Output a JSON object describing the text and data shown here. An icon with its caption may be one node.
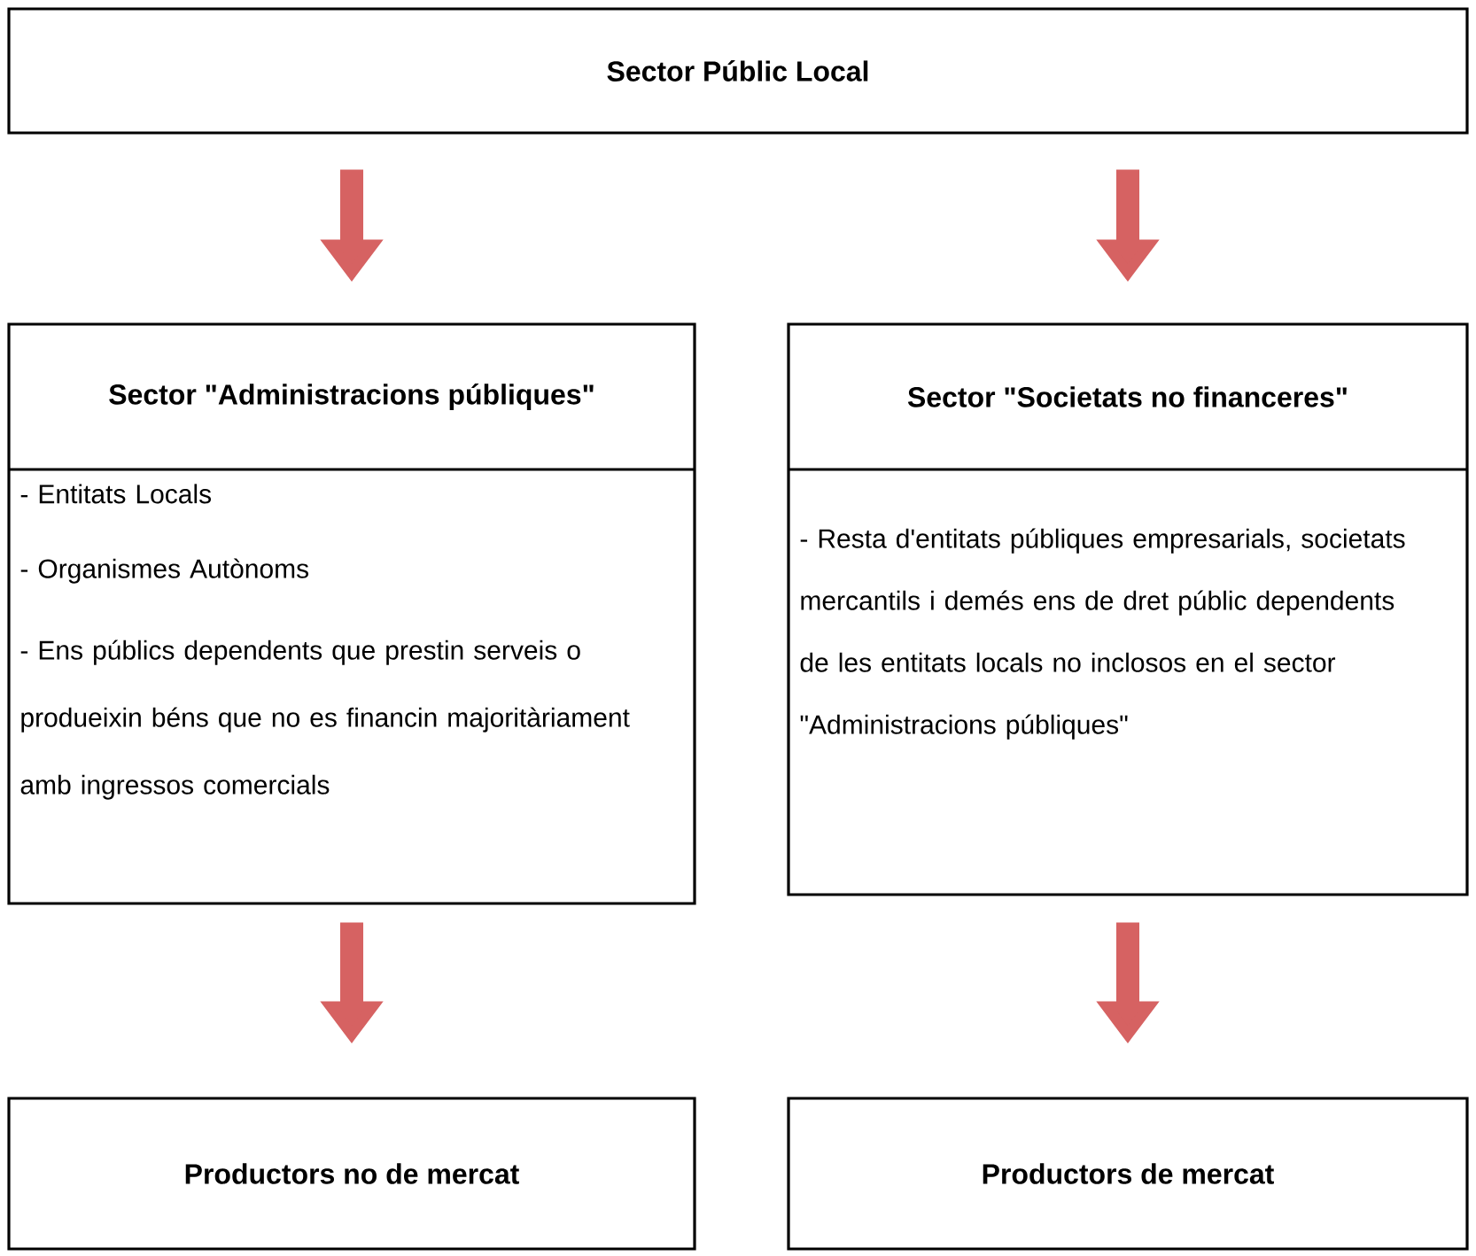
{
  "diagram": {
    "nodes": [
      {
        "text": [
          "Sector Públic Local"
        ]
      },
      {
        "text": [
          "Sector \"Administracions públiques\"",
          "- Entitats Locals",
          "- Organismes Autònoms",
          "- Ens públics dependents que prestin serveis o produeixin béns que no es financin majoritàriament amb ingressos comercials"
        ]
      },
      {
        "text": [
          "Sector \"Societats no financeres\"",
          "- Resta d'entitats públiques empresarials, societats mercantils i demés ens de dret públic dependents de les entitats locals no inclosos en el sector \"Administracions públiques\""
        ]
      },
      {
        "text": [
          "Productors no de mercat"
        ]
      },
      {
        "text": [
          "Productors de mercat"
        ]
      }
    ],
    "edges": [
      {
        "from": 0,
        "to": 1,
        "arrow": "to"
      },
      {
        "from": 0,
        "to": 2,
        "arrow": "to"
      },
      {
        "from": 1,
        "to": 3,
        "arrow": "to"
      },
      {
        "from": 2,
        "to": 4,
        "arrow": "to"
      }
    ]
  }
}
